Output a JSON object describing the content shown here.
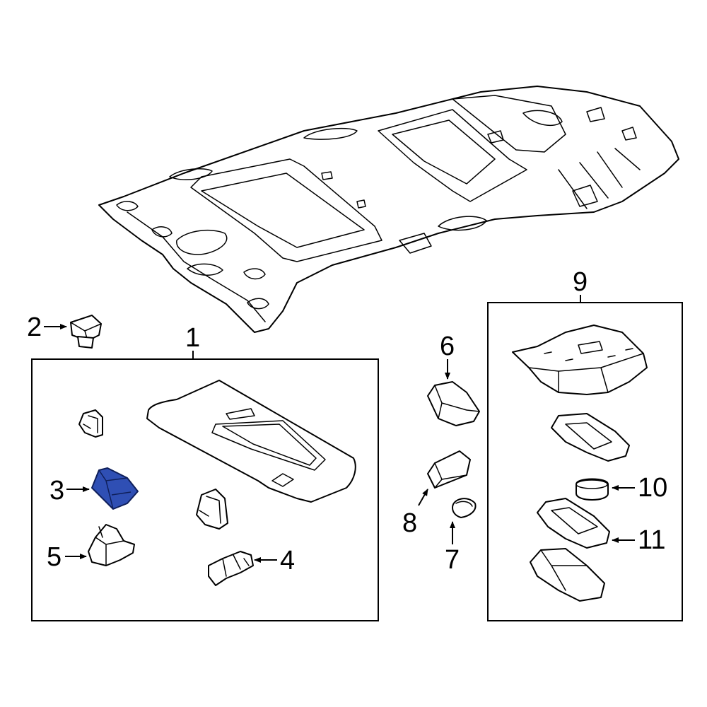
{
  "colors": {
    "line": "#000000",
    "background": "#ffffff",
    "highlight_fill": "#2f4fb4",
    "highlight_stroke": "#0f1f5a"
  },
  "callouts": {
    "c1": "1",
    "c2": "2",
    "c3": "3",
    "c4": "4",
    "c5": "5",
    "c6": "6",
    "c7": "7",
    "c8": "8",
    "c9": "9",
    "c10": "10",
    "c11": "11"
  },
  "highlighted_part": "3"
}
